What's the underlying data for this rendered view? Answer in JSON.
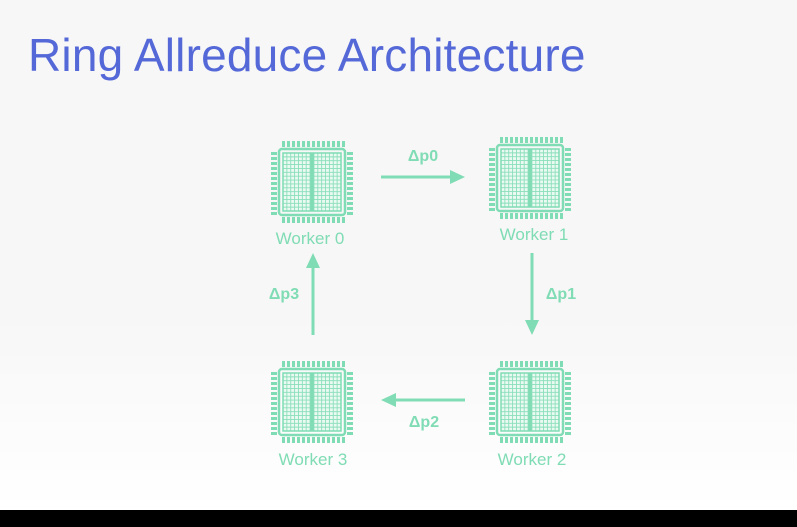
{
  "slide": {
    "title": "Ring Allreduce Architecture"
  },
  "diagram": {
    "accent_color": "#7fdcb4",
    "icon": "tpu-chip-icon",
    "workers": [
      {
        "id": "w0",
        "label": "Worker 0"
      },
      {
        "id": "w1",
        "label": "Worker 1"
      },
      {
        "id": "w2",
        "label": "Worker 2"
      },
      {
        "id": "w3",
        "label": "Worker 3"
      }
    ],
    "transfers": [
      {
        "from": "w0",
        "to": "w1",
        "label": "Δp0"
      },
      {
        "from": "w1",
        "to": "w2",
        "label": "Δp1"
      },
      {
        "from": "w2",
        "to": "w3",
        "label": "Δp2"
      },
      {
        "from": "w3",
        "to": "w0",
        "label": "Δp3"
      }
    ]
  }
}
